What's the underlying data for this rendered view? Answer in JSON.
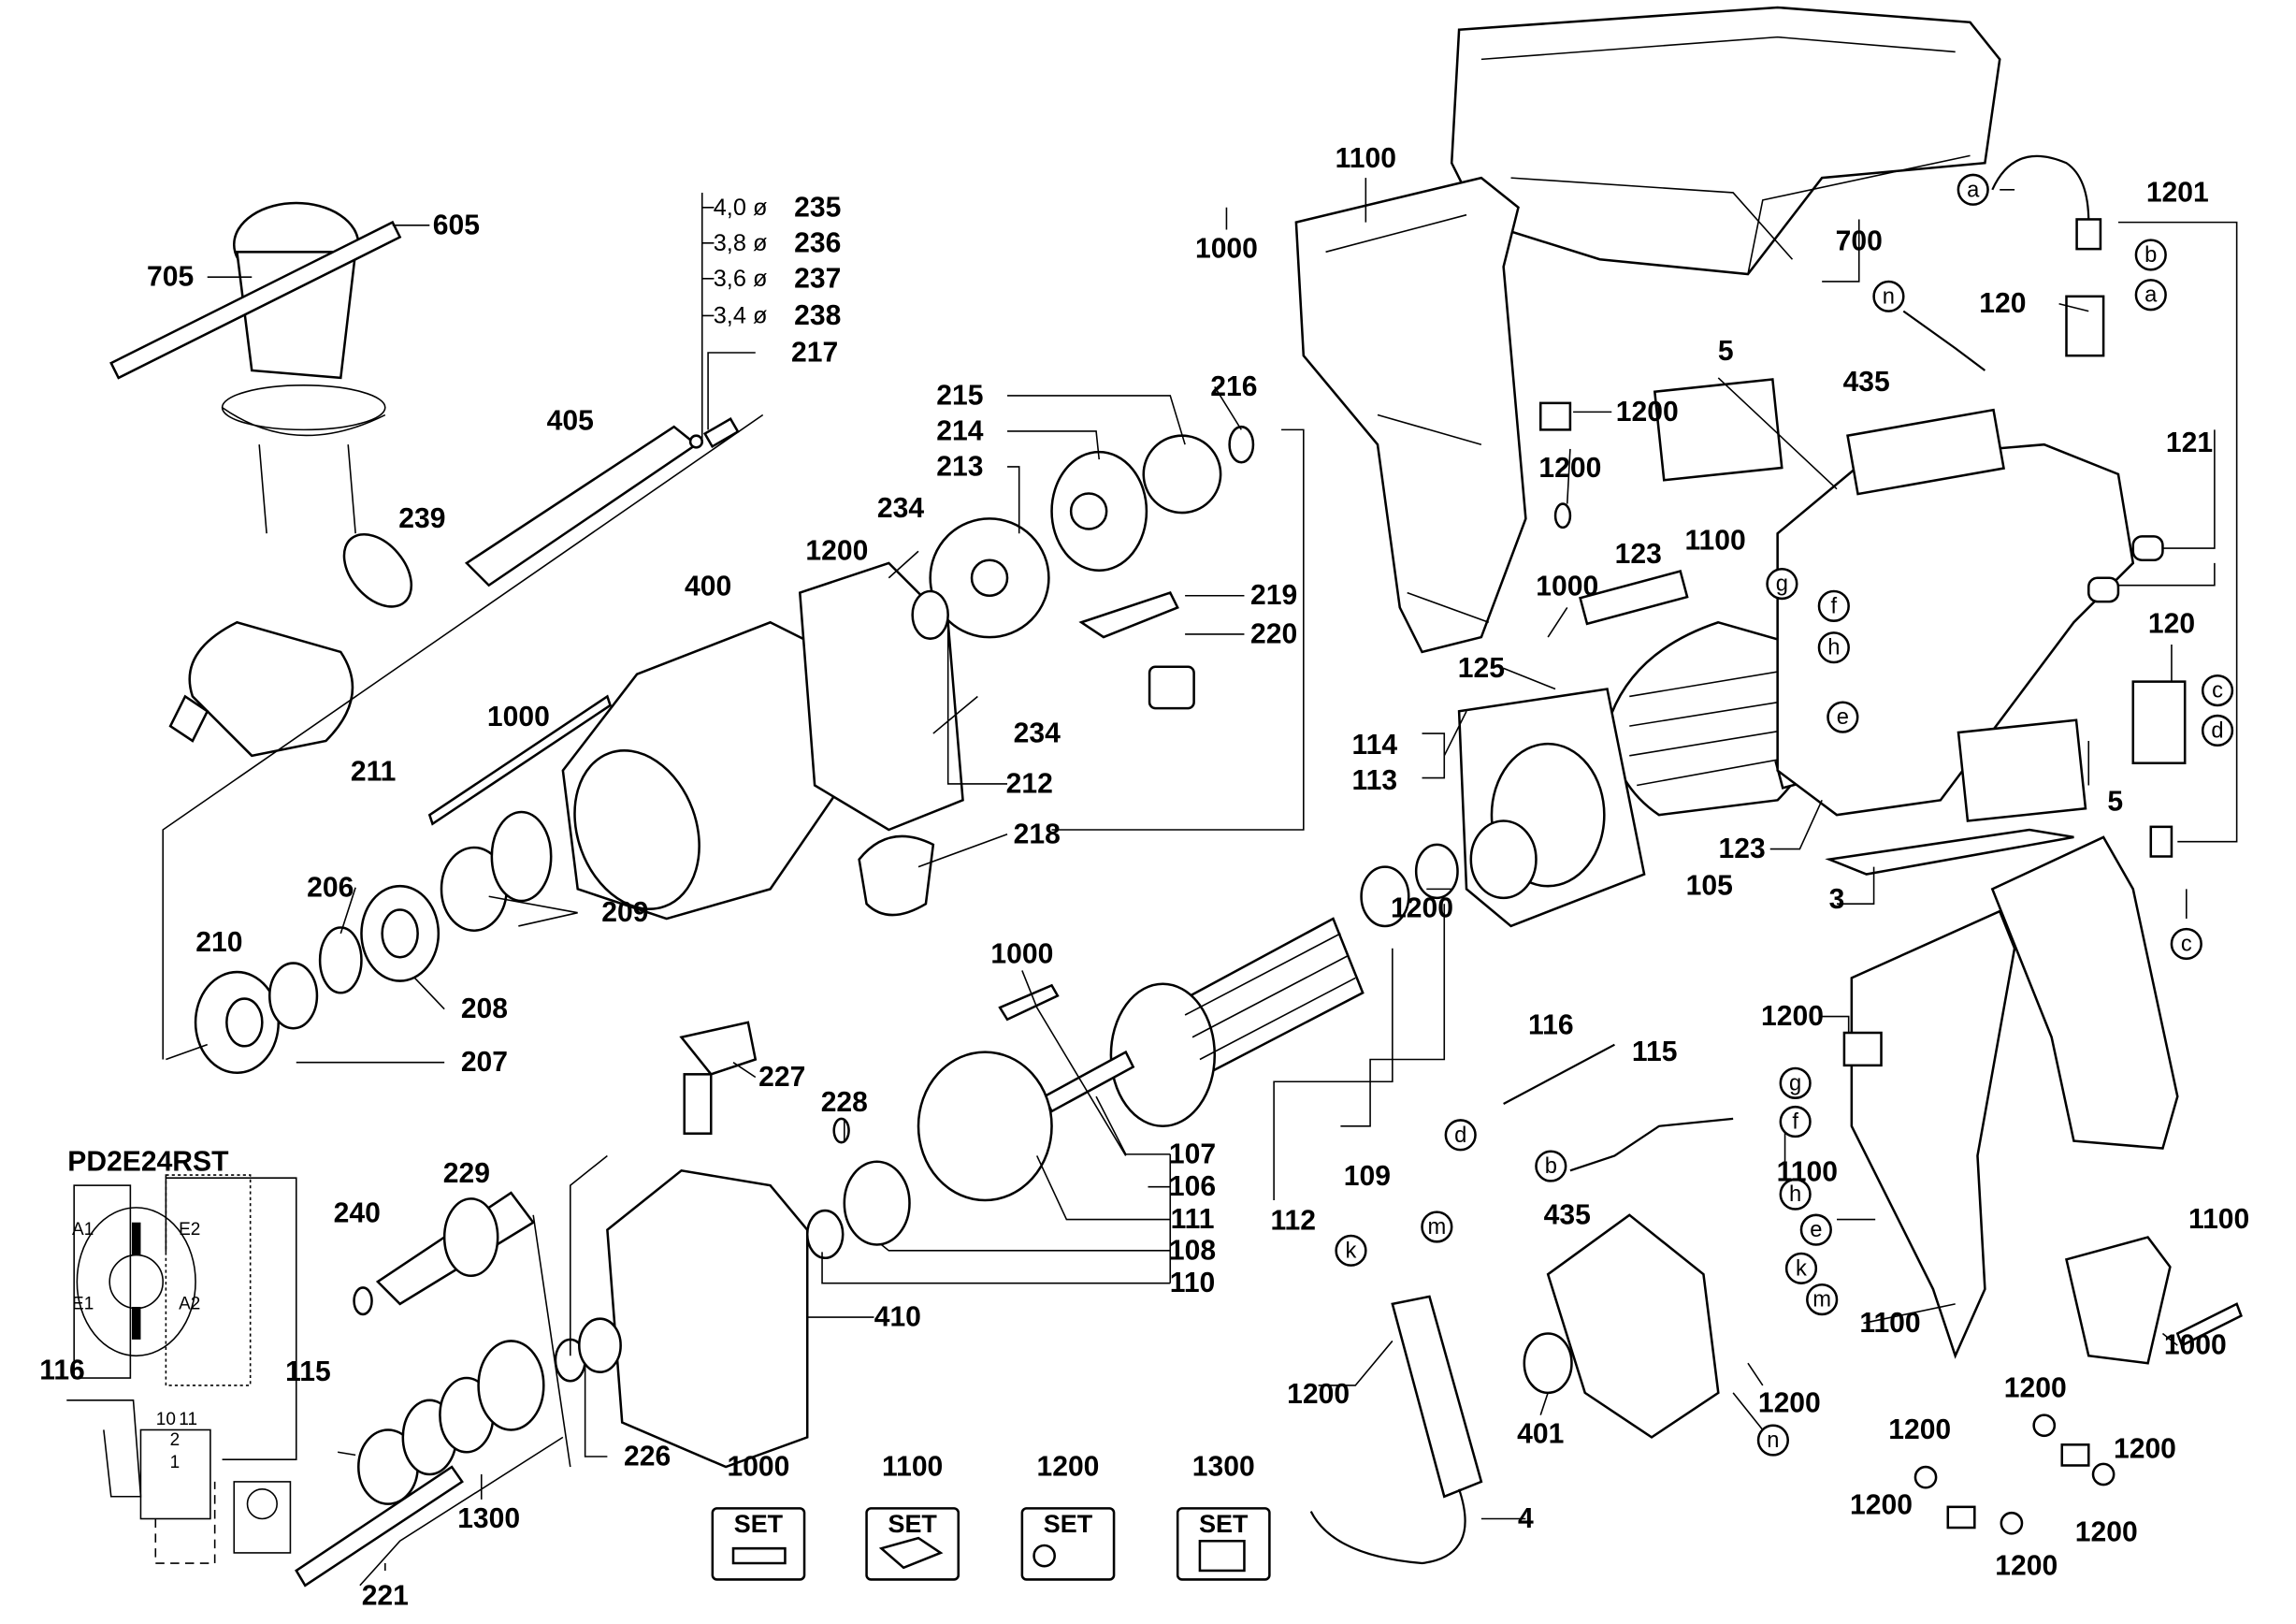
{
  "model": "PD2E24RST",
  "part_labels": [
    "605",
    "705",
    "235",
    "236",
    "237",
    "238",
    "217",
    "405",
    "239",
    "211",
    "400",
    "1200",
    "234",
    "234",
    "212",
    "215",
    "214",
    "213",
    "216",
    "219",
    "220",
    "218",
    "1000",
    "209",
    "206",
    "210",
    "208",
    "207",
    "1100",
    "1000",
    "1200",
    "1200",
    "1000",
    "125",
    "114",
    "113",
    "700",
    "a",
    "1201",
    "b",
    "a",
    "120",
    "n",
    "5",
    "435",
    "1100",
    "123",
    "g",
    "f",
    "h",
    "121",
    "120",
    "c",
    "d",
    "e",
    "123",
    "105",
    "5",
    "3",
    "c",
    "1200",
    "1000",
    "227",
    "228",
    "107",
    "106",
    "111",
    "108",
    "110",
    "112",
    "109",
    "116",
    "115",
    "g",
    "f",
    "d",
    "b",
    "h",
    "e",
    "k",
    "m",
    "435",
    "m",
    "k",
    "1200",
    "n",
    "401",
    "1200",
    "4",
    "1200",
    "1100",
    "1100",
    "1100",
    "1000",
    "1200",
    "1200",
    "1200",
    "1200",
    "1200",
    "1200",
    "229",
    "240",
    "410",
    "226",
    "1300",
    "221",
    "116",
    "115"
  ],
  "drill_bit_sizes": [
    "4,0 ø",
    "3,8 ø",
    "3,6 ø",
    "3,4 ø"
  ],
  "wiring": {
    "terminals": [
      "A1",
      "E2",
      "E1",
      "A2"
    ],
    "switch_pins": [
      "10",
      "11",
      "2",
      "1"
    ]
  },
  "sets": [
    {
      "number": "1000",
      "label": "SET",
      "icon": "screw-icon"
    },
    {
      "number": "1100",
      "label": "SET",
      "icon": "housing-shells-icon"
    },
    {
      "number": "1200",
      "label": "SET",
      "icon": "washer-screw-icon"
    },
    {
      "number": "1300",
      "label": "SET",
      "icon": "gear-shaft-icon"
    }
  ]
}
